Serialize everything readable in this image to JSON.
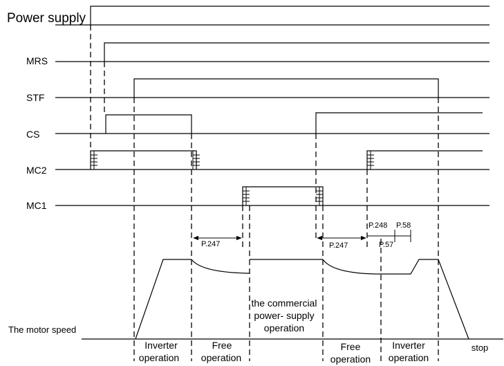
{
  "signals": {
    "power_supply": "Power supply",
    "mrs": "MRS",
    "stf": "STF",
    "cs": "CS",
    "mc2": "MC2",
    "mc1": "MC1",
    "motor_speed": "The motor speed"
  },
  "timing_labels": {
    "p247_first": "P.247",
    "p247_second": "P.247",
    "p248": "P.248",
    "p58": "P.58",
    "p57": "P.57"
  },
  "commercial_operation": {
    "line1": "the commercial",
    "line2": "power- supply",
    "line3": "operation"
  },
  "phases": {
    "inverter1_line1": "Inverter",
    "inverter1_line2": "operation",
    "free1_line1": "Free",
    "free1_line2": "operation",
    "free2_line1": "Free",
    "free2_line2": "operation",
    "inverter2_line1": "Inverter",
    "inverter2_line2": "operation",
    "stop": "stop"
  }
}
